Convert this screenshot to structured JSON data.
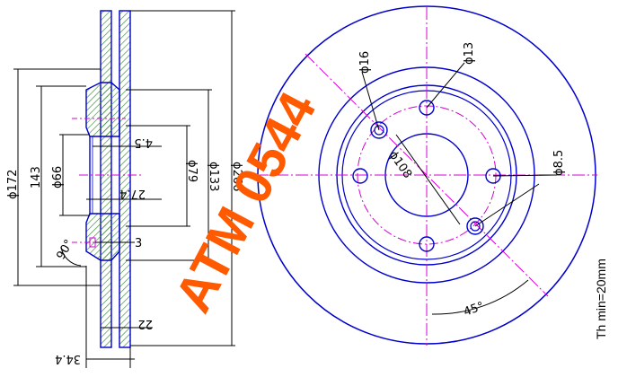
{
  "brand": {
    "text": "ATM 0544",
    "color": "#ff5a00"
  },
  "colors": {
    "outline": "#0000cc",
    "center": "#d400d4",
    "dimension": "#000000",
    "hatch": "#3c8a3c"
  },
  "section_dimensions": {
    "d172": "ϕ172",
    "d143": "143",
    "d66": "ϕ66",
    "d79": "ϕ79",
    "d133": "ϕ133",
    "d266": "ϕ266",
    "d4_5": "4.5",
    "d27_4": "27.4",
    "d3": "3",
    "d22": "22",
    "d34_4": "34.4",
    "angle": "90°"
  },
  "plan_dimensions": {
    "hole16": "ϕ16",
    "hole13": "ϕ13",
    "pcd108": "ϕ108",
    "hole8_5": "ϕ8.5",
    "angle45": "45°",
    "th_min": "Th min=20mm"
  }
}
